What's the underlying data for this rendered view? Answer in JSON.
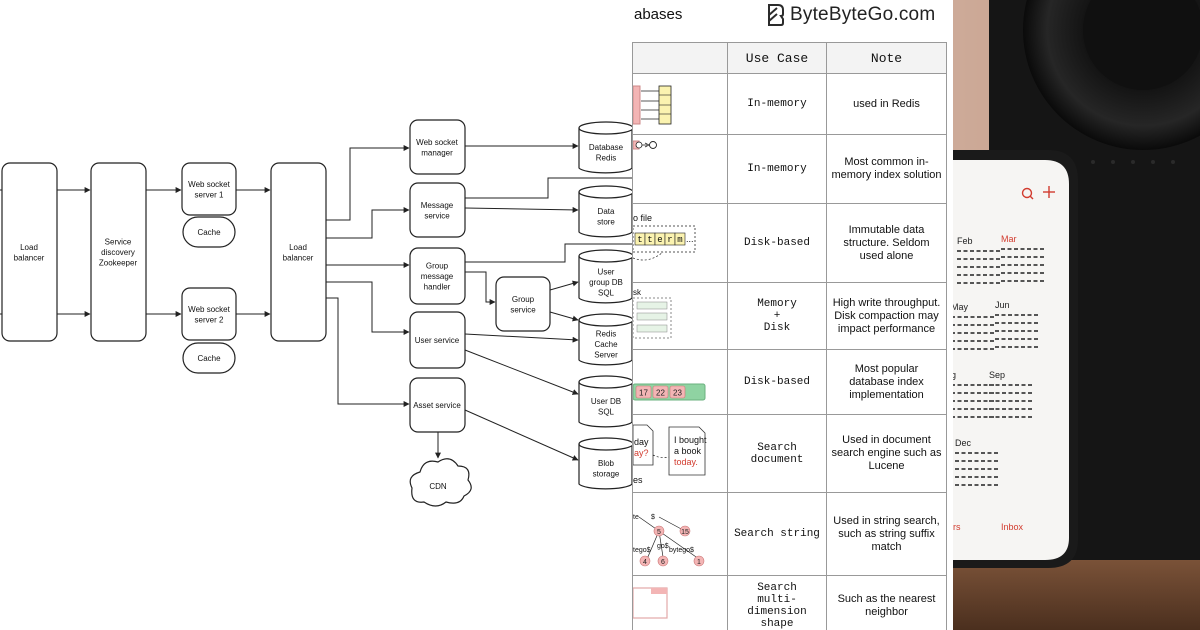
{
  "diagram": {
    "nodes": {
      "lb1": [
        "Load",
        "balancer"
      ],
      "svc_disc": [
        "Service",
        "discovery",
        "Zookeeper"
      ],
      "ws1": [
        "Web socket",
        "server 1"
      ],
      "cache1": [
        "Cache"
      ],
      "ws2": [
        "Web socket",
        "server 2"
      ],
      "cache2": [
        "Cache"
      ],
      "lb2": [
        "Load",
        "balancer"
      ],
      "ws_mgr": [
        "Web socket",
        "manager"
      ],
      "msg_svc": [
        "Message",
        "service"
      ],
      "grp_handler": [
        "Group",
        "message",
        "handler"
      ],
      "user_svc": [
        "User service"
      ],
      "asset_svc": [
        "Asset service"
      ],
      "grp_svc": [
        "Group",
        "service"
      ],
      "cdn": [
        "CDN"
      ],
      "db_redis": [
        "Database",
        "Redis"
      ],
      "data_store": [
        "Data",
        "store"
      ],
      "user_group_db": [
        "User",
        "group DB",
        "SQL"
      ],
      "redis_cache": [
        "Redis",
        "Cache",
        "Server"
      ],
      "user_db": [
        "User DB",
        "SQL"
      ],
      "blob": [
        "Blob",
        "storage"
      ]
    }
  },
  "table_panel": {
    "title_fragment": "abases",
    "brand": "ByteByteGo.com",
    "columns": [
      "",
      "Use Case",
      "Note"
    ],
    "rows": [
      {
        "use_case": "In-memory",
        "note": "used in Redis"
      },
      {
        "use_case": "In-memory",
        "note": "Most common in-memory index solution"
      },
      {
        "use_case": "Disk-based",
        "note": "Immutable data structure. Seldom used alone"
      },
      {
        "use_case": "Memory\n+\nDisk",
        "note": "High write throughput. Disk compaction may impact performance"
      },
      {
        "use_case": "Disk-based",
        "note": "Most popular database index implementation"
      },
      {
        "use_case": "Search document",
        "note": "Used in document search engine such as Lucene"
      },
      {
        "use_case": "Search string",
        "note": "Used in string search, such as string suffix match"
      },
      {
        "use_case": "Search\nmulti-dimension\nshape",
        "note": "Such as the nearest neighbor"
      }
    ],
    "pic_texts": {
      "row3_label": "o file",
      "row3_cells": [
        "t",
        "t",
        "e",
        "r",
        "m"
      ],
      "row3_ellipsis": "...",
      "row4_label": "sk",
      "row5_keys": [
        "17",
        "22",
        "23"
      ],
      "row6_doc_a": [
        "day",
        "ay?"
      ],
      "row6_doc_b": [
        "I bought",
        "a book",
        "today."
      ],
      "row6_footer": "es",
      "row7_labels": [
        "te",
        "$",
        "go$",
        "bytego$",
        "tego$"
      ],
      "row7_nodes": [
        "5",
        "15",
        "6",
        "1",
        "4"
      ]
    }
  },
  "photo": {
    "months": [
      "Feb",
      "Mar",
      "May",
      "Jun",
      "g",
      "Sep",
      "Dec"
    ],
    "tab_left": "rs",
    "tab_right": "Inbox",
    "top_icons": [
      "search-icon",
      "plus-icon"
    ]
  },
  "colors": {
    "box_stroke": "#222222",
    "accent_red": "#d23b2e",
    "brand_green": "#2b2b2b",
    "key_green": "#8fd3a2",
    "key_pink": "#f3b5b5"
  }
}
